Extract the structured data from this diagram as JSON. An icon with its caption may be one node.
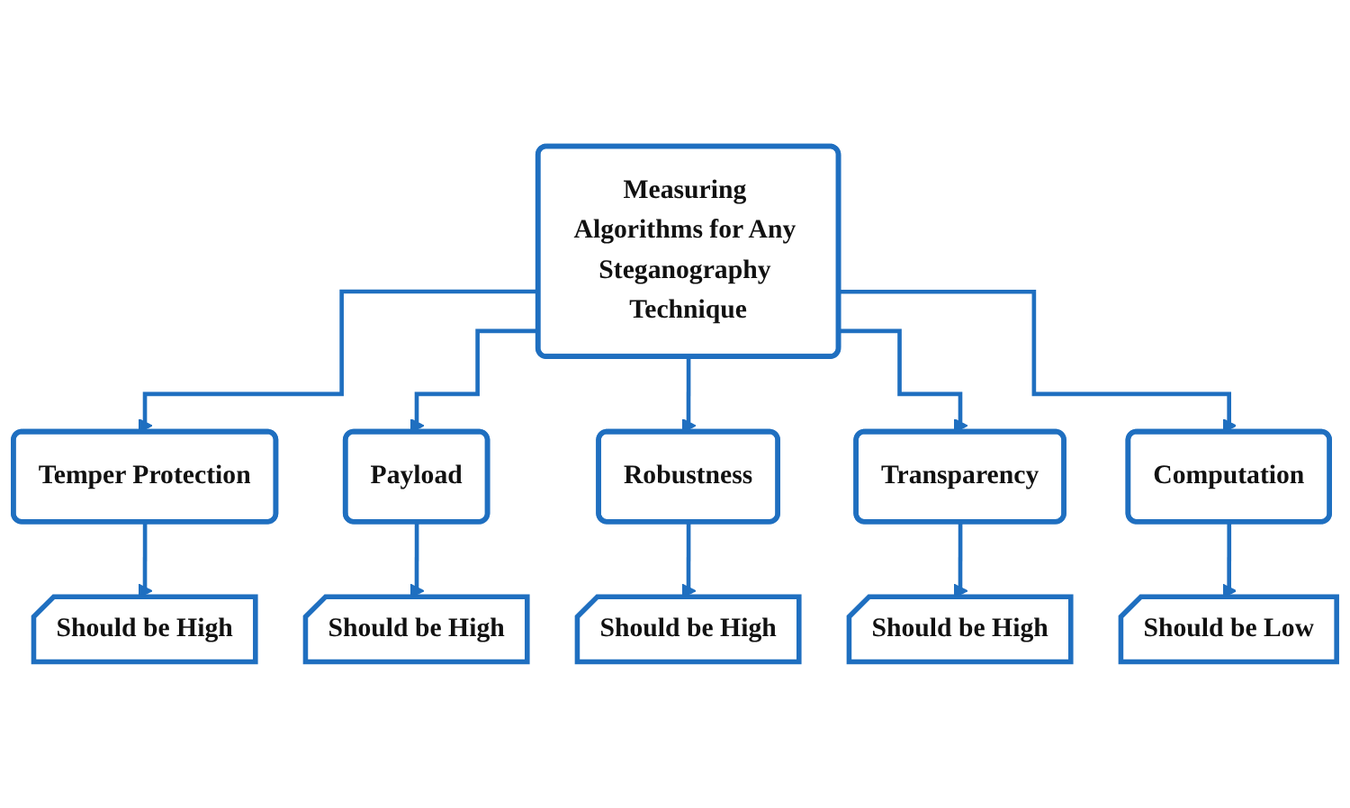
{
  "diagram": {
    "nodes": [
      {
        "text": [
          "Measuring Algorithms for Any Steganography Technique"
        ]
      },
      {
        "text": [
          "Temper Protection"
        ]
      },
      {
        "text": [
          "Payload"
        ]
      },
      {
        "text": [
          "Robustness"
        ]
      },
      {
        "text": [
          "Transparency"
        ]
      },
      {
        "text": [
          "Computation"
        ]
      },
      {
        "text": [
          "Should be High"
        ]
      },
      {
        "text": [
          "Should be High"
        ]
      },
      {
        "text": [
          "Should be Low"
        ]
      },
      {
        "text": [
          "Should be High"
        ]
      },
      {
        "text": [
          "Should be High"
        ]
      }
    ],
    "edges": [
      {
        "from": 0,
        "to": 1,
        "arrow": "to"
      },
      {
        "from": 0,
        "to": 2,
        "arrow": "to"
      },
      {
        "from": 0,
        "to": 3,
        "arrow": "to"
      },
      {
        "from": 0,
        "to": 4,
        "arrow": "to"
      },
      {
        "from": 0,
        "to": 5,
        "arrow": "to"
      },
      {
        "from": 1,
        "to": 6,
        "arrow": "to"
      },
      {
        "from": 2,
        "to": 7,
        "arrow": "to"
      },
      {
        "from": 5,
        "to": 8,
        "arrow": "to"
      },
      {
        "from": 4,
        "to": 9,
        "arrow": "to"
      },
      {
        "from": 3,
        "to": 10,
        "arrow": "to"
      }
    ]
  }
}
